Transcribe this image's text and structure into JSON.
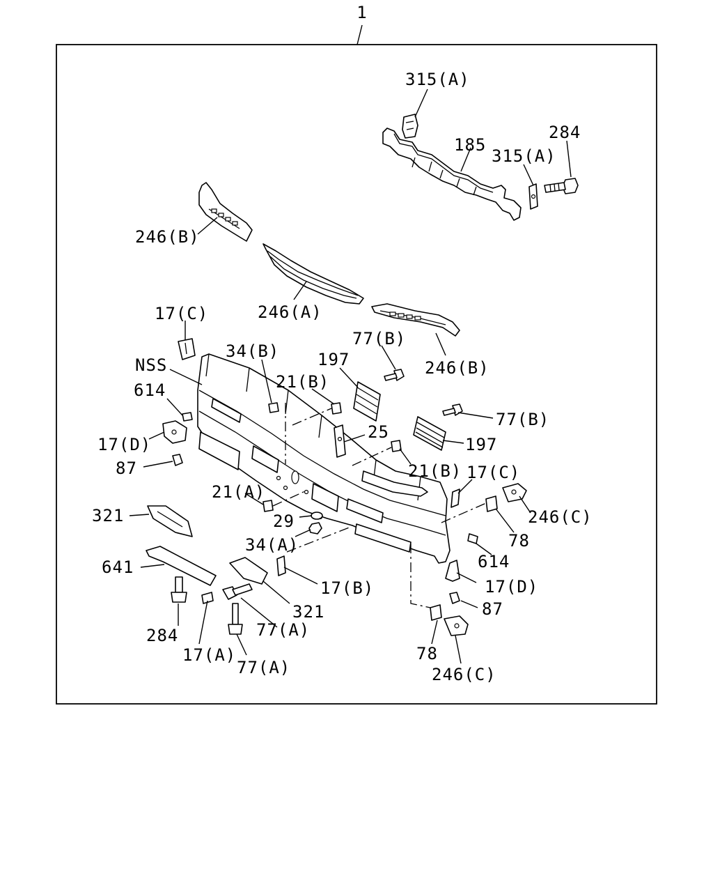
{
  "assembly": {
    "number": "1"
  },
  "callouts": {
    "c315A_1": "315(A)",
    "c185": "185",
    "c315A_2": "315(A)",
    "c284_top": "284",
    "c246B_left": "246(B)",
    "c246A": "246(A)",
    "c246B_right": "246(B)",
    "c17C_left": "17(C)",
    "cNSS": "NSS",
    "c34B": "34(B)",
    "c77B_top": "77(B)",
    "c197_left": "197",
    "c21B_top": "21(B)",
    "c614_left": "614",
    "c77B_right": "77(B)",
    "c25": "25",
    "c197_right": "197",
    "c17D_left": "17(D)",
    "c21B_bottom": "21(B)",
    "c87_left": "87",
    "c17C_right": "17(C)",
    "c21A": "21(A)",
    "c246C_right": "246(C)",
    "c321_left": "321",
    "c29": "29",
    "c78_right": "78",
    "c34A": "34(A)",
    "c614_right": "614",
    "c641": "641",
    "c17B": "17(B)",
    "c17D_right": "17(D)",
    "c321_bottom": "321",
    "c87_right": "87",
    "c284_bottom": "284",
    "c77A_1": "77(A)",
    "c17A": "17(A)",
    "c77A_2": "77(A)",
    "c78_bottom": "78",
    "c246C_bottom": "246(C)"
  }
}
